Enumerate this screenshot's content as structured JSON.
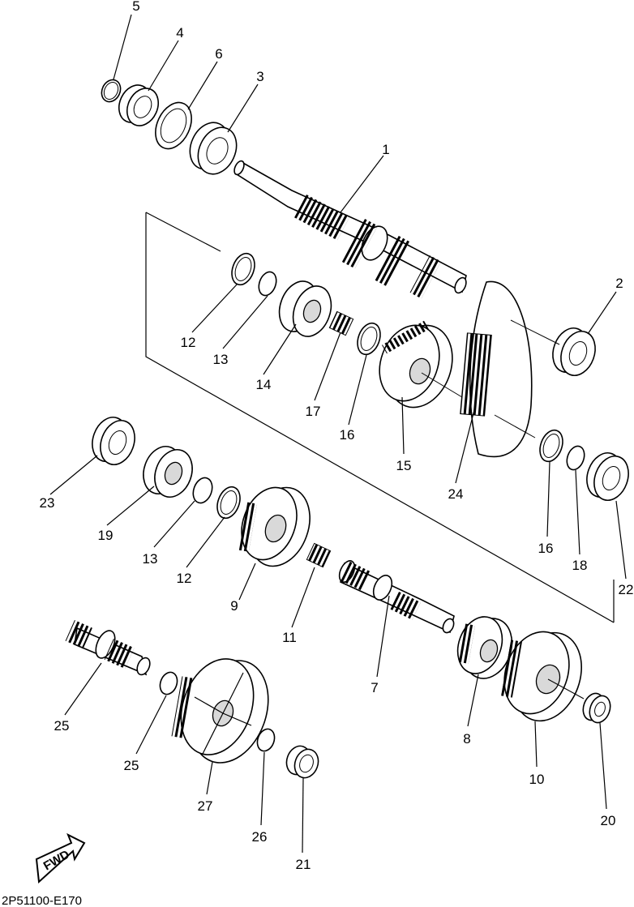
{
  "diagram_code": "2P51100-E170",
  "fwd_label": "FWD",
  "callouts": [
    "1",
    "2",
    "3",
    "4",
    "5",
    "6",
    "7",
    "8",
    "9",
    "10",
    "11",
    "12",
    "12",
    "13",
    "13",
    "14",
    "15",
    "16",
    "16",
    "17",
    "18",
    "19",
    "20",
    "21",
    "22",
    "23",
    "24",
    "25",
    "25",
    "26",
    "27"
  ]
}
